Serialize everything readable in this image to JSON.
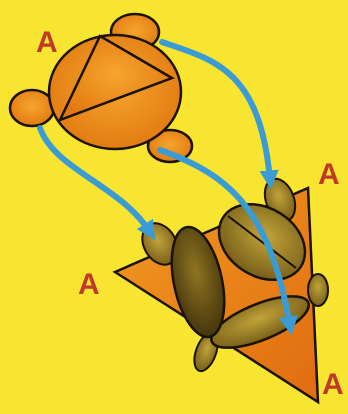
{
  "diagram": {
    "vertex_labels": {
      "top_shape": "A",
      "triangle_top_right": "A",
      "triangle_left": "A",
      "triangle_bottom_right": "A"
    },
    "colors": {
      "background": "#f7e531",
      "label": "#c0392b",
      "arrow": "#3a9bd5",
      "outline": "#1a1205",
      "orange_shape": "#f08a1c",
      "triangle": "#e8861a",
      "olive_ellipse": "#8a7020"
    }
  }
}
